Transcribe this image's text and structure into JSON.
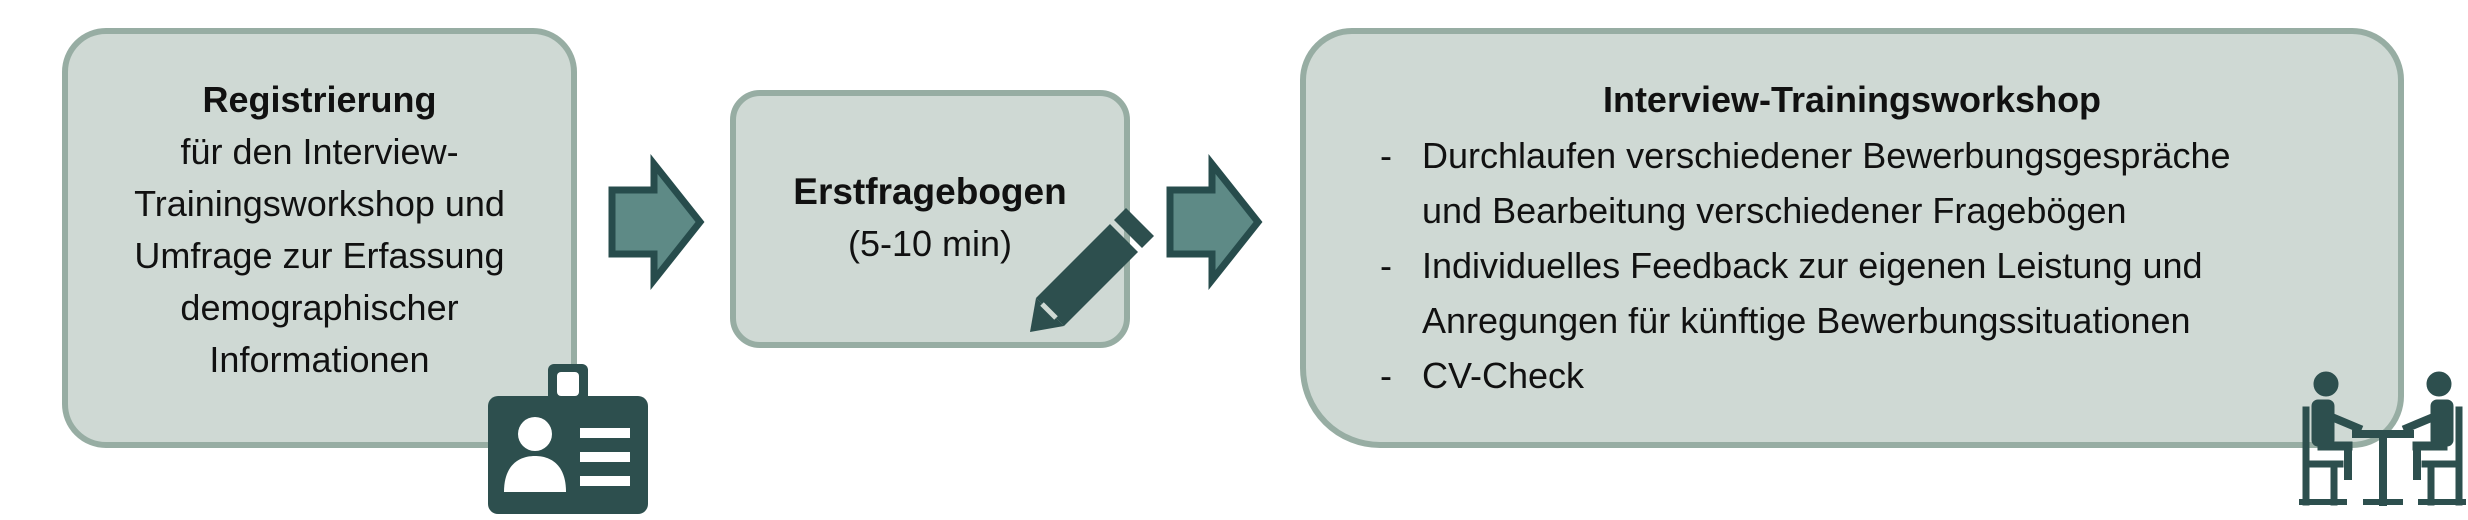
{
  "registration": {
    "title": "Registrierung",
    "lines": [
      "für den Interview-",
      "Trainingsworkshop und",
      "Umfrage zur Erfassung",
      "demographischer",
      "Informationen"
    ]
  },
  "questionnaire": {
    "title": "Erstfragebogen",
    "duration": "(5-10 min)"
  },
  "workshop": {
    "title": "Interview-Trainingsworkshop",
    "items": [
      {
        "bullet": "-",
        "line1": "Durchlaufen verschiedener Bewerbungsgespräche",
        "line2": "und Bearbeitung verschiedener Fragebögen"
      },
      {
        "bullet": "-",
        "line1": "Individuelles Feedback zur eigenen Leistung und",
        "line2": "Anregungen für künftige Bewerbungssituationen"
      },
      {
        "bullet": "-",
        "line1": "CV-Check",
        "line2": ""
      }
    ]
  },
  "icons": {
    "id_card": "id-badge-icon",
    "pencil": "pencil-icon",
    "meeting": "interview-meeting-icon",
    "arrow": "right-arrow-icon"
  },
  "colors": {
    "box_fill": "#cfd9d4",
    "box_border": "#97ada3",
    "arrow_fill": "#5e8a86",
    "arrow_stroke": "#274c4c",
    "icon": "#2d4f4e"
  }
}
